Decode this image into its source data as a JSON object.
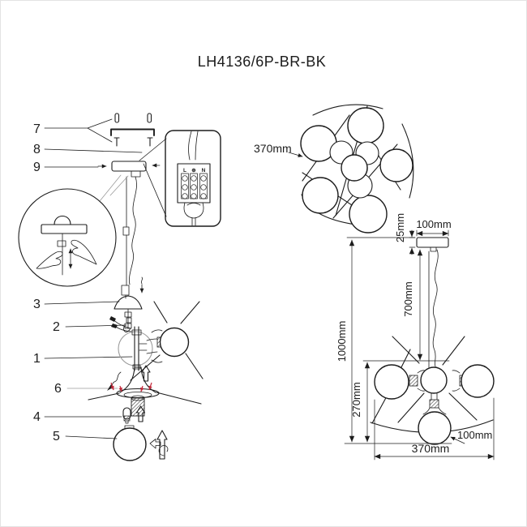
{
  "title": "LH4136/6P-BR-BK",
  "part_labels": {
    "1": "1",
    "2": "2",
    "3": "3",
    "4": "4",
    "5": "5",
    "6": "6",
    "7": "7",
    "8": "8",
    "9": "9"
  },
  "terminal_block": {
    "live": "L",
    "earth": "⊕",
    "neutral": "N"
  },
  "dimensions": {
    "top_view_diameter": "370mm",
    "canopy_width": "100mm",
    "canopy_height": "25mm",
    "cord_length": "700mm",
    "overall_height": "1000mm",
    "body_height": "270mm",
    "globe_diameter": "100mm",
    "body_width": "370mm"
  },
  "colors": {
    "line": "#1c1c1c",
    "accent_red": "#c3293b",
    "light_gray": "#9a9a9a"
  }
}
